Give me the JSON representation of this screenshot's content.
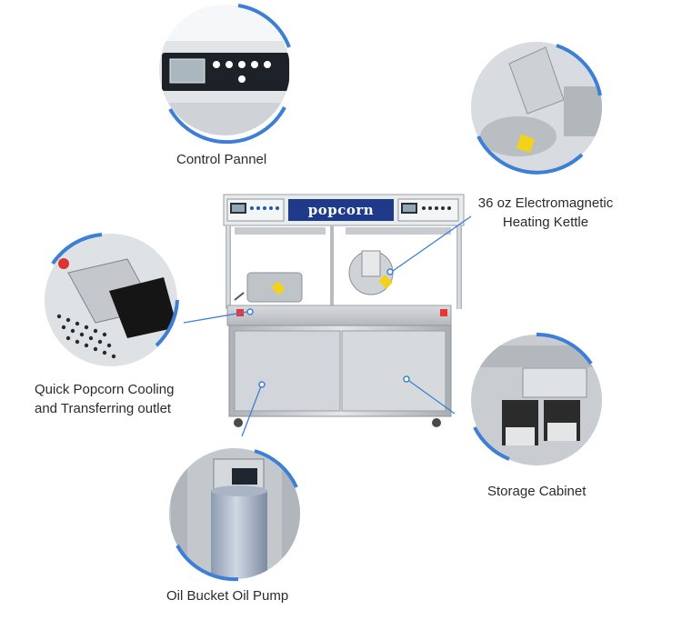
{
  "callouts": {
    "control_panel": "Control Pannel",
    "kettle_line1": "36 oz Electromagnetic",
    "kettle_line2": "Heating Kettle",
    "cooling_line1": "Quick Popcorn Cooling",
    "cooling_line2": "and Transferring outlet",
    "storage": "Storage Cabinet",
    "oil_pump": "Oil Bucket Oil Pump"
  },
  "machine": {
    "marquee": "popcorn"
  },
  "colors": {
    "accent_ring": "#3d7fd6",
    "leader_line": "#3d7fd6",
    "stainless": "#c9cdd1",
    "marquee_blue": "#1f3a8a"
  }
}
